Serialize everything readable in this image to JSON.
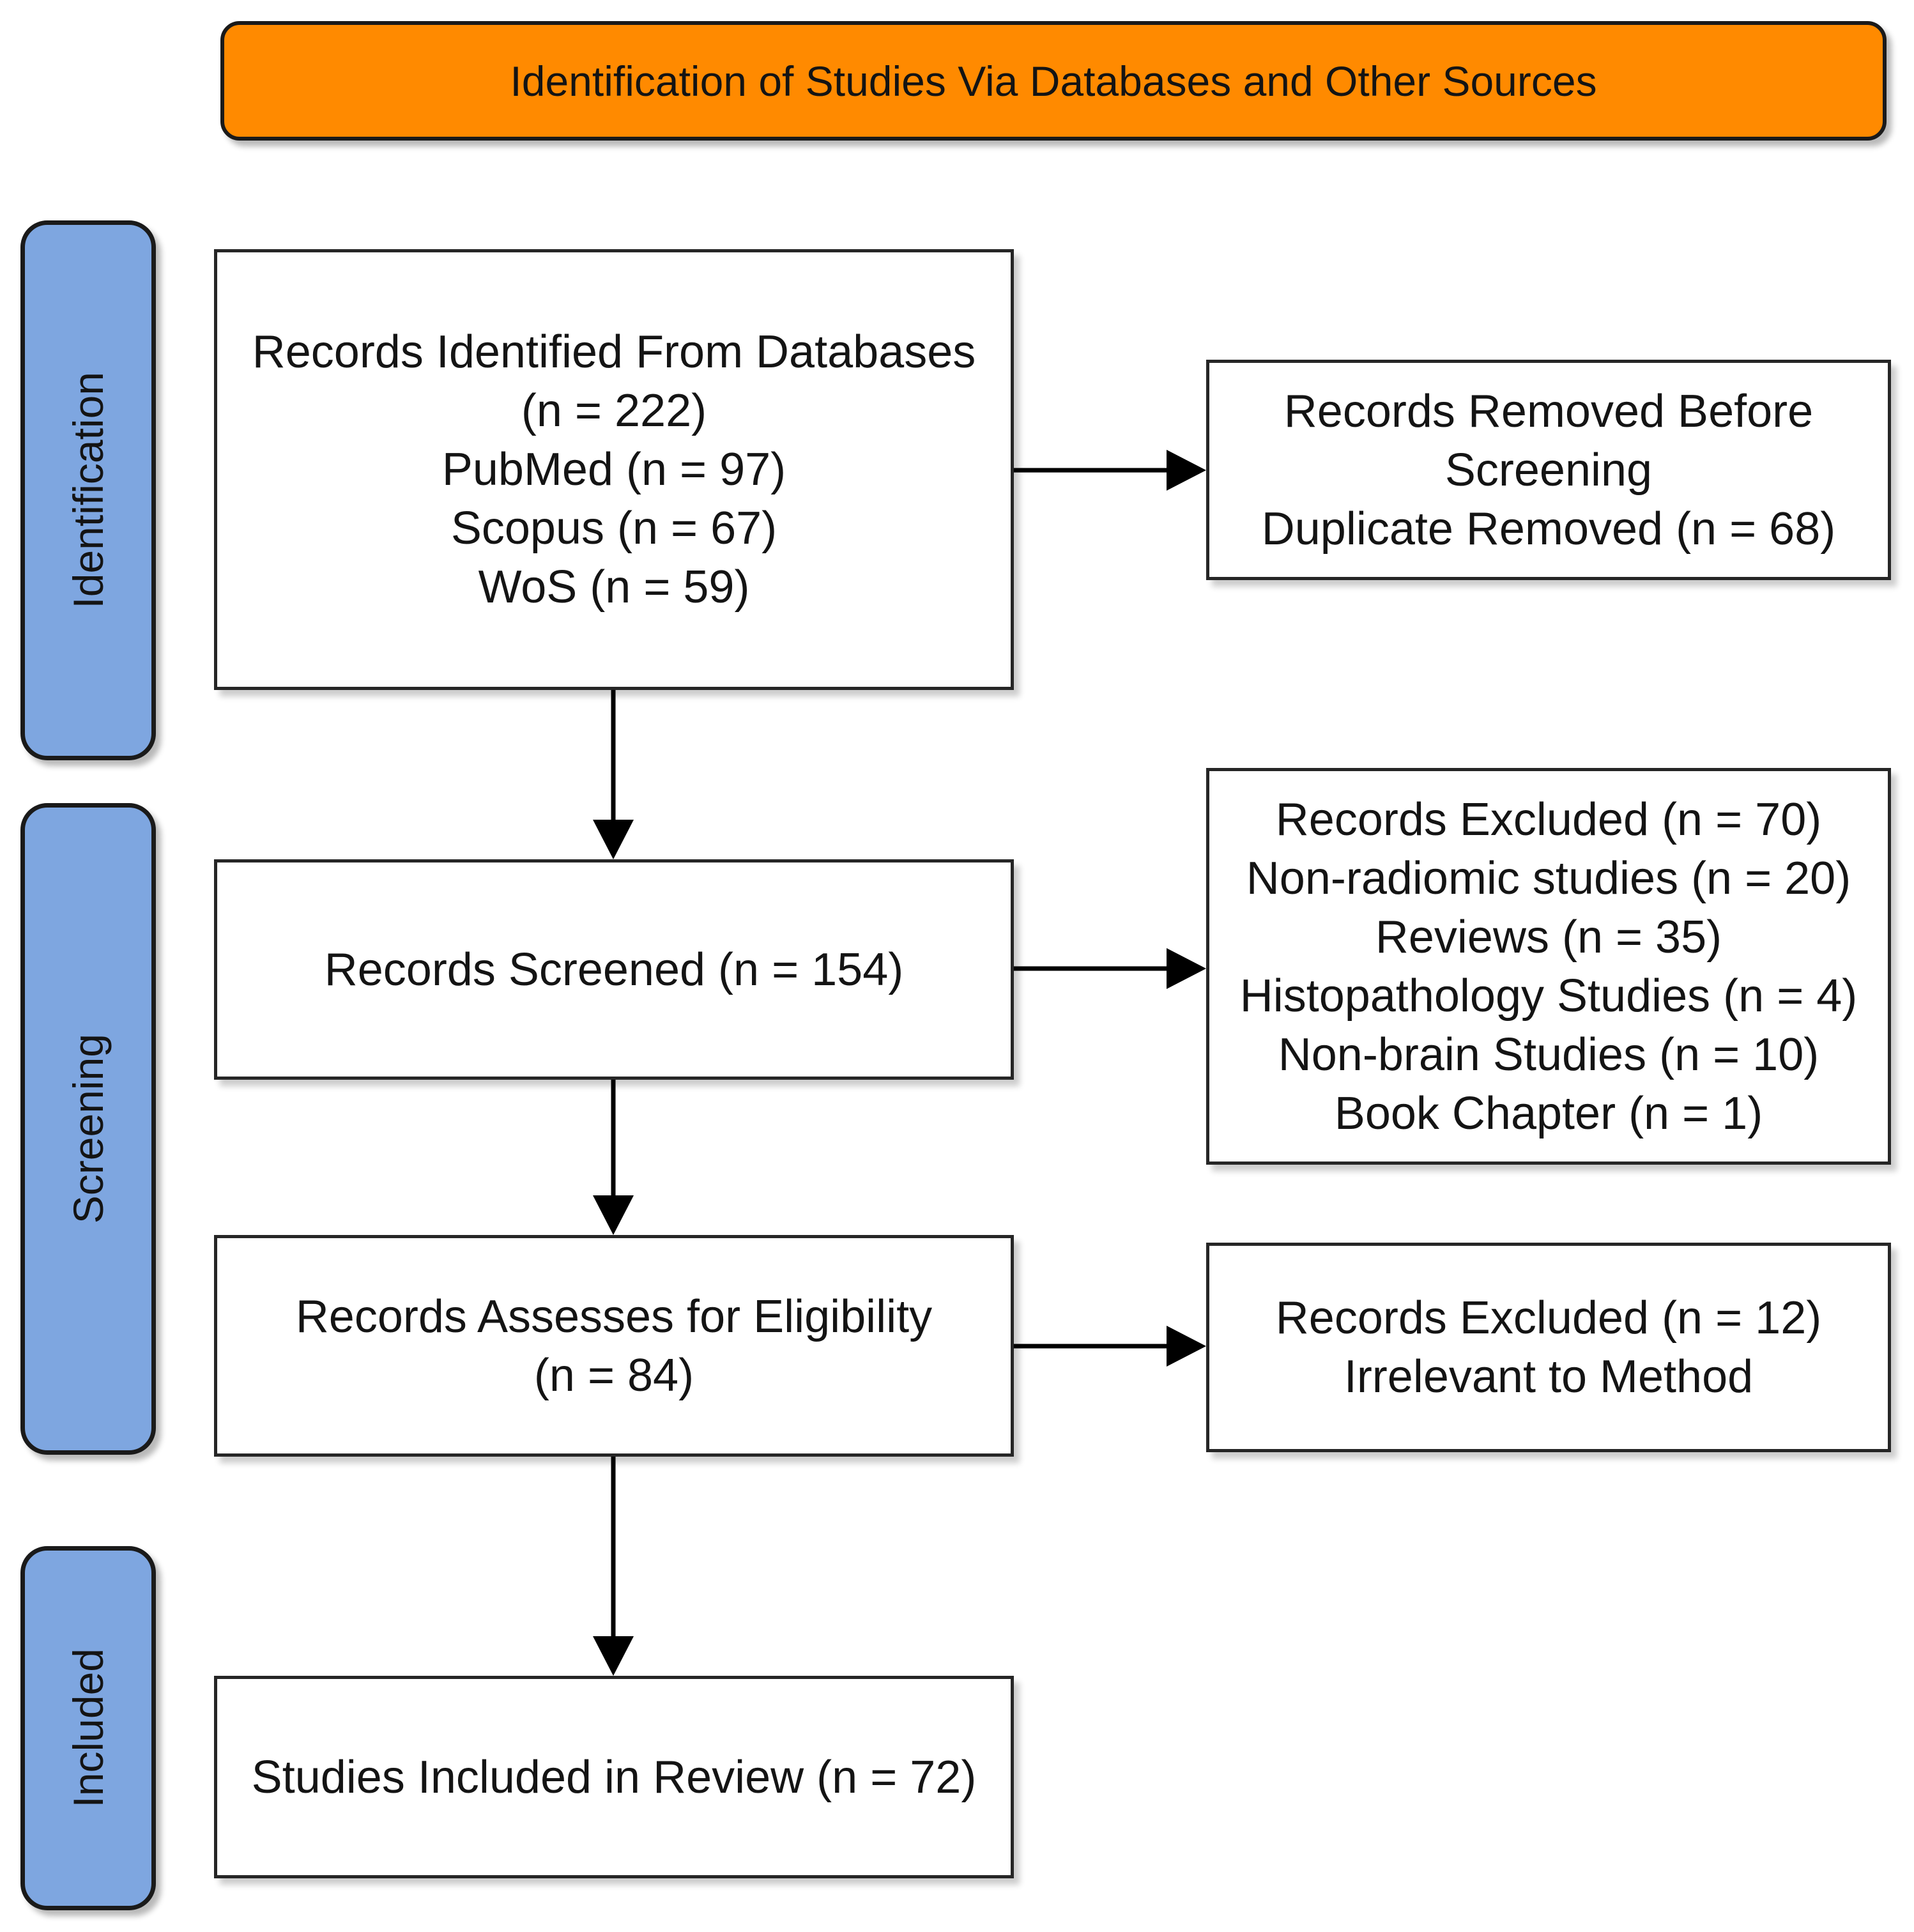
{
  "diagram": {
    "title": "Identification of Studies Via Databases and Other Sources"
  },
  "colors": {
    "header_fill": "#FF8A00",
    "stage_fill": "#7EA6E0",
    "box_fill": "#FFFFFF",
    "border": "#1A1A1A",
    "box_border": "#262626",
    "arrow": "#000000",
    "text": "#141414"
  },
  "stages": {
    "identification": "Identification",
    "screening": "Screening",
    "included": "Included"
  },
  "boxes": {
    "records_identified": {
      "lines": [
        "Records Identified From Databases",
        "(n = 222)",
        "PubMed (n = 97)",
        "Scopus (n = 67)",
        "WoS (n = 59)"
      ]
    },
    "records_removed": {
      "lines": [
        "Records Removed Before",
        "Screening",
        "Duplicate Removed (n = 68)"
      ]
    },
    "records_screened": {
      "lines": [
        "Records Screened (n = 154)"
      ]
    },
    "records_excluded_screening": {
      "lines": [
        "Records Excluded (n = 70)",
        "Non-radiomic studies (n = 20)",
        "Reviews (n = 35)",
        "Histopathology Studies (n = 4)",
        "Non-brain Studies (n = 10)",
        "Book Chapter (n = 1)"
      ]
    },
    "records_assessed": {
      "lines": [
        "Records Assesses for Eligibility",
        "(n = 84)"
      ]
    },
    "records_excluded_eligibility": {
      "lines": [
        "Records Excluded (n = 12)",
        "Irrelevant to Method"
      ]
    },
    "studies_included": {
      "lines": [
        "Studies Included in Review (n = 72)"
      ]
    }
  }
}
